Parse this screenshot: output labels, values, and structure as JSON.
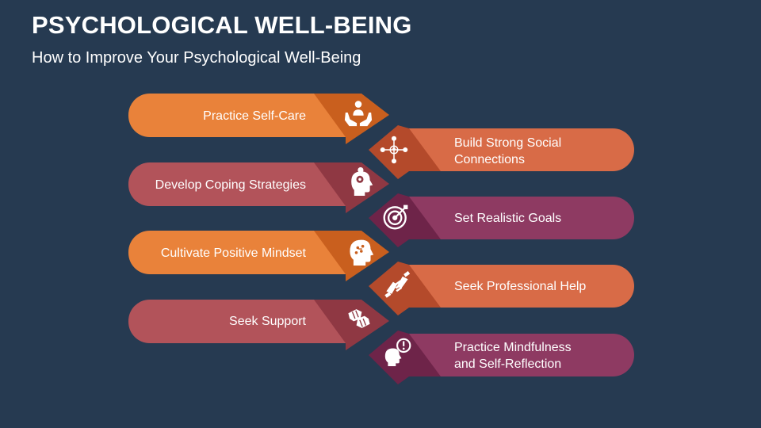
{
  "header": {
    "title": "PSYCHOLOGICAL WELL-BEING",
    "subtitle": "How to Improve Your Psychological Well-Being"
  },
  "colors": {
    "background": "#263a51",
    "orange": "#e9823a",
    "orange_dark": "#c95f1e",
    "coral": "#d86b47",
    "coral_dark": "#b44a2b",
    "rose": "#b2535a",
    "rose_dark": "#8f3843",
    "plum": "#8e3a62",
    "plum_dark": "#6e2449"
  },
  "steps": [
    {
      "side": "left",
      "label": "Practice Self-Care",
      "icon": "hands-heart-person-icon",
      "color": "orange"
    },
    {
      "side": "right",
      "label_lines": [
        "Build Strong Social",
        "Connections"
      ],
      "icon": "social-network-icon",
      "color": "coral"
    },
    {
      "side": "left",
      "label": "Develop Coping Strategies",
      "icon": "head-gears-icon",
      "color": "rose"
    },
    {
      "side": "right",
      "label": "Set Realistic Goals",
      "icon": "target-icon",
      "color": "plum"
    },
    {
      "side": "left",
      "label": "Cultivate Positive Mindset",
      "icon": "head-idea-icon",
      "color": "orange"
    },
    {
      "side": "right",
      "label": "Seek Professional Help",
      "icon": "handshake-icon",
      "color": "coral"
    },
    {
      "side": "left",
      "label": "Seek Support",
      "icon": "fist-bump-icon",
      "color": "rose"
    },
    {
      "side": "right",
      "label_lines": [
        "Practice Mindfulness",
        "and Self-Reflection"
      ],
      "icon": "head-alert-icon",
      "color": "plum"
    }
  ]
}
